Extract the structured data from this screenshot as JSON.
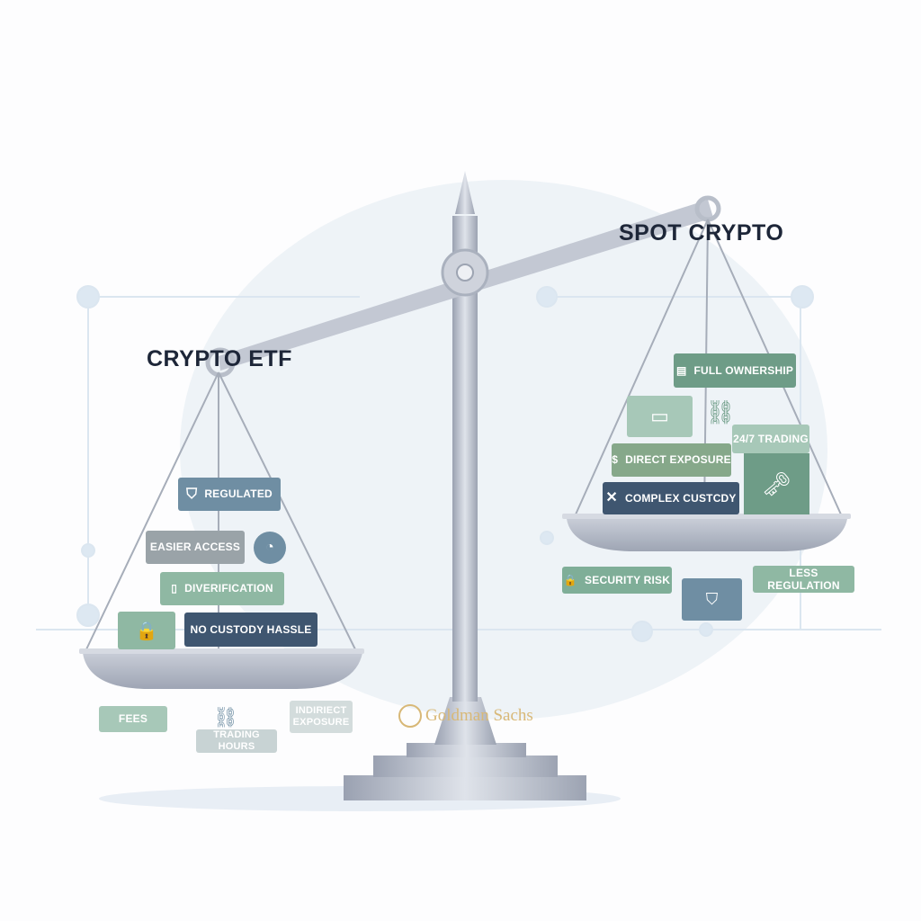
{
  "left_side": {
    "title": "CRYPTO ETF",
    "on_pan": [
      "REGULATED",
      "EASIER ACCESS",
      "DIVERIFICATION",
      "NO CUSTODY HASSLE"
    ],
    "below": [
      "FEES",
      "TRADING HOURS",
      "INDIRIECT EXPOSURE"
    ]
  },
  "right_side": {
    "title": "SPOT CRYPTO",
    "on_pan": [
      "FULL OWNERSHIP",
      "24/7 TRADING",
      "DIRECT EXPOSURE",
      "COMPLEX CUSTCDY"
    ],
    "below": [
      "SECURITY RISK",
      "LESS REGULATION"
    ]
  },
  "logo": "Goldman Sachs",
  "colors": {
    "slate": "#6f8ea3",
    "grey": "#9aa3a8",
    "sage": "#8fb8a3",
    "navy": "#3f5670",
    "green": "#6e9c87",
    "olive": "#86a88a",
    "metal": "#b4bac6"
  }
}
